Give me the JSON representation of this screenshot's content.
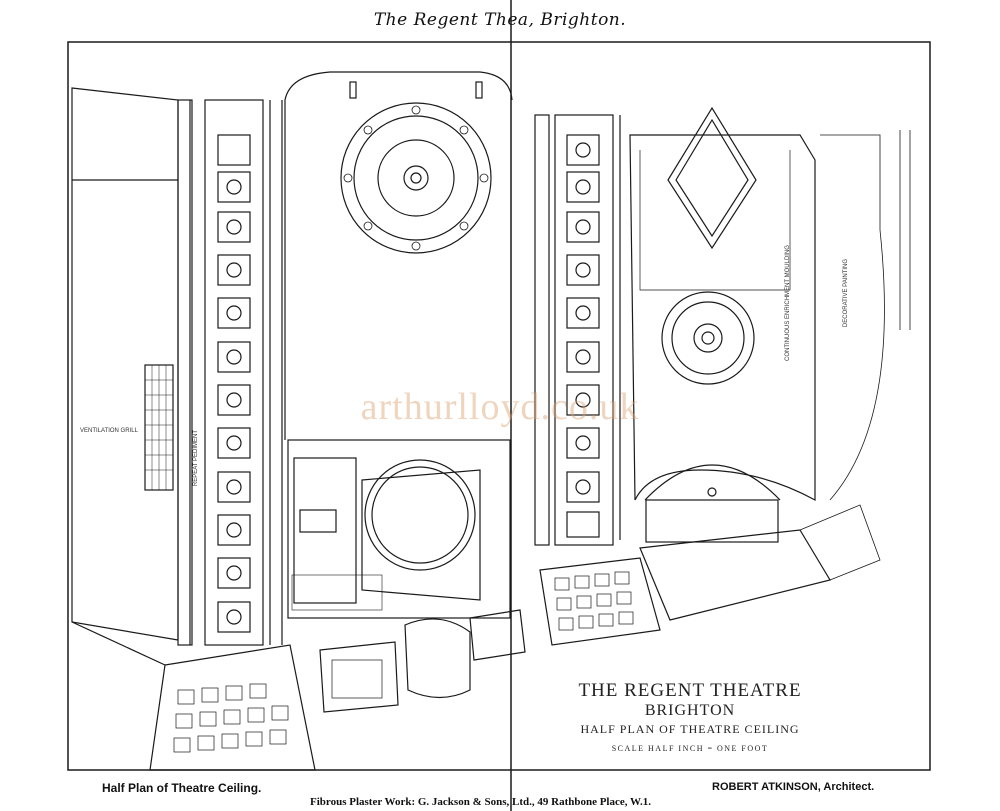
{
  "header": {
    "title": "The Regent Thea, Brighton."
  },
  "title_block": {
    "line1": "THE REGENT THEATRE",
    "line2": "BRIGHTON",
    "line3": "HALF PLAN OF THEATRE CEILING",
    "line4": "SCALE HALF INCH = ONE FOOT"
  },
  "footer": {
    "left": "Half Plan of Theatre Ceiling.",
    "right": "ROBERT ATKINSON, Architect.",
    "center": "Fibrous Plaster Work: G. Jackson & Sons, Ltd., 49 Rathbone Place, W.1."
  },
  "watermark": "arthurlloyd.co.uk",
  "labels": {
    "ventilation": "VENTILATION GRILL",
    "repeat": "REPEAT PEDIMENT",
    "decorative": "DECORATIVE PAINTING",
    "continuous": "CONTINUOUS ENRICHMENT MOULDING"
  }
}
